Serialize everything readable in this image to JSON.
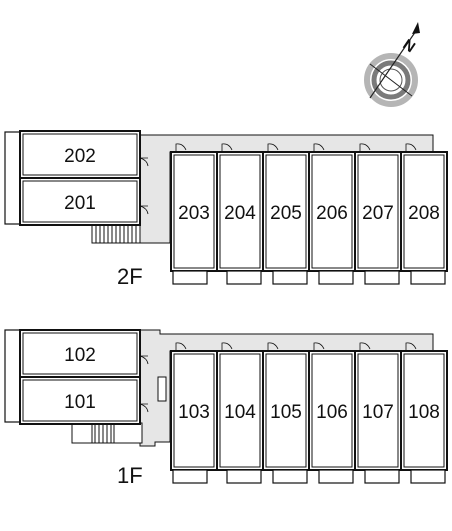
{
  "compass": {
    "north_label": "N"
  },
  "floors": [
    {
      "label": "2F",
      "west_units": [
        "202",
        "201"
      ],
      "row_units": [
        "203",
        "204",
        "205",
        "206",
        "207",
        "208"
      ]
    },
    {
      "label": "1F",
      "west_units": [
        "102",
        "101"
      ],
      "row_units": [
        "103",
        "104",
        "105",
        "106",
        "107",
        "108"
      ]
    }
  ],
  "colors": {
    "line": "#111111",
    "corridor": "#e6e6e6",
    "unit_fill": "#ffffff"
  }
}
